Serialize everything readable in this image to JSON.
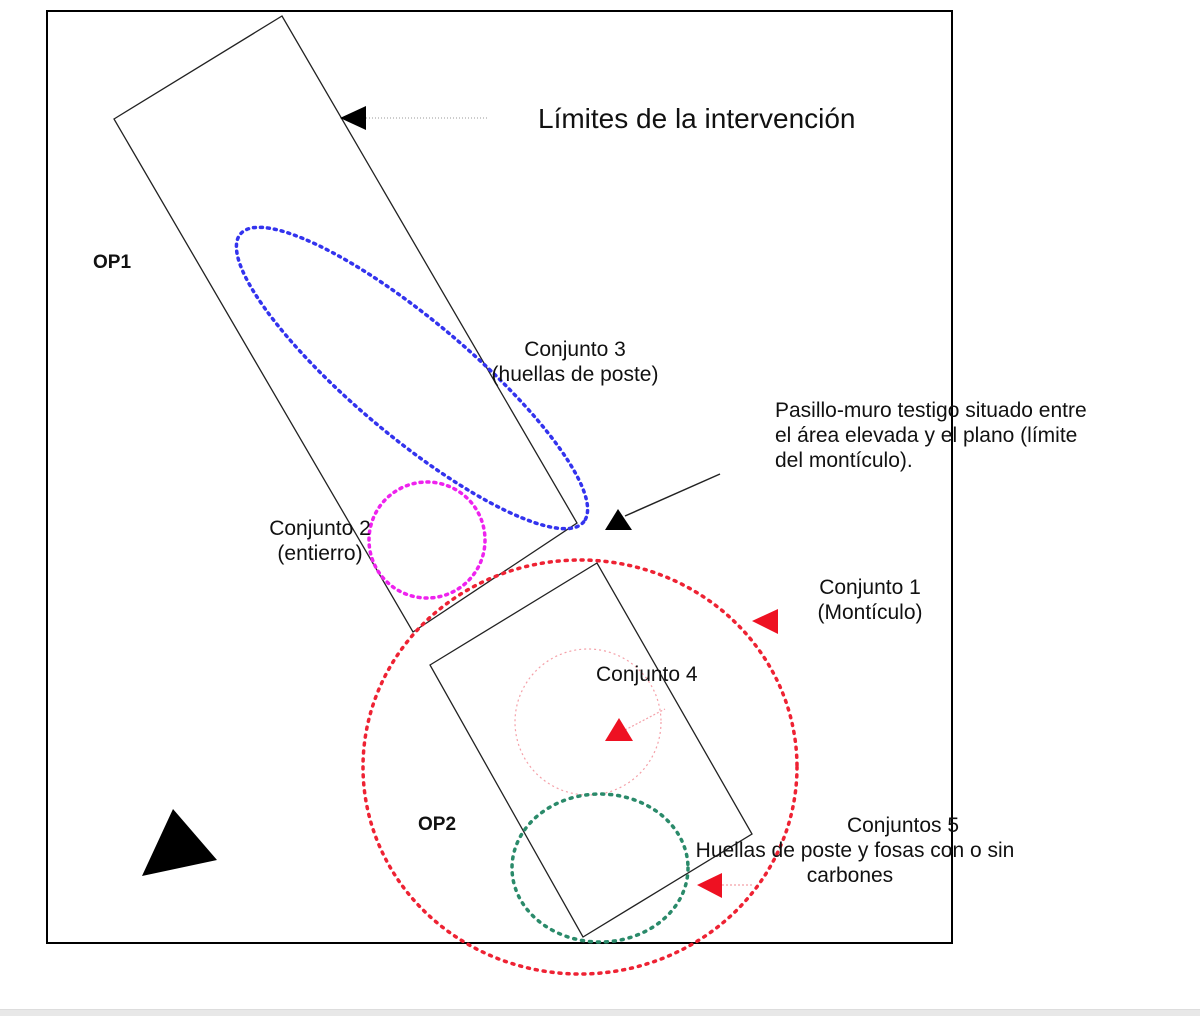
{
  "title": "Límites de la intervención",
  "labels": {
    "op1": "OP1",
    "op2": "OP2",
    "conjunto3_line1": "Conjunto 3",
    "conjunto3_line2": "(huellas de poste)",
    "pasillo_line1": "Pasillo-muro testigo situado entre",
    "pasillo_line2": "el área elevada y el plano (límite",
    "pasillo_line3": "del montículo).",
    "conjunto2_line1": "Conjunto 2",
    "conjunto2_line2": "(entierro)",
    "conjunto1_line1": "Conjunto 1",
    "conjunto1_line2": "(Montículo)",
    "conjunto4": "Conjunto 4",
    "conjunto5_line1": "Conjuntos 5",
    "conjunto5_line2": "Huellas de poste y fosas con o sin",
    "conjunto5_line3": "carbones"
  },
  "colors": {
    "conjunto3": "#3333ee",
    "conjunto2": "#ee22ee",
    "conjunto1": "#ee2233",
    "conjunto4": "#f4a0a8",
    "conjunto5": "#2a8a6a",
    "arrow_red": "#ee1122",
    "arrow_black": "#000000"
  }
}
